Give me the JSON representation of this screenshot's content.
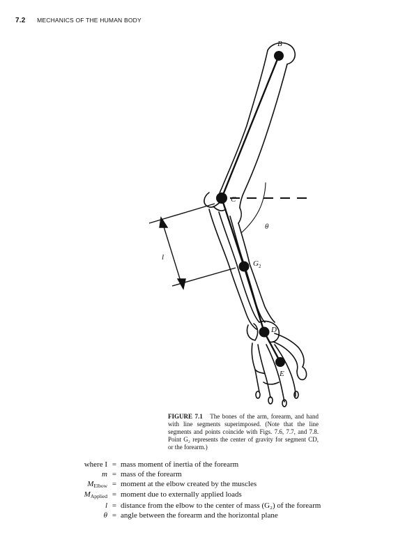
{
  "header": {
    "section_number": "7.2",
    "running_title": "MECHANICS OF THE HUMAN BODY"
  },
  "figure": {
    "labels": {
      "B": "B",
      "C": "C",
      "theta": "θ",
      "G2": "G",
      "G2_sub": "2",
      "D": "D",
      "E": "E",
      "l": "l"
    },
    "caption_label": "FIGURE 7.1",
    "caption_text": "The bones of the arm, forearm, and hand with line segments superimposed. (Note that the line segments and points coincide with Figs. 7.6, 7.7, and 7.8. Point G₂ represents the center of gravity for segment CD, or the forearm.)"
  },
  "definitions": [
    {
      "symbol": "where I",
      "text": "mass moment of inertia of the forearm"
    },
    {
      "symbol": "m",
      "text": "mass of the forearm"
    },
    {
      "symbol": "M",
      "subscript": "Elbow",
      "text": "moment at the elbow created by the muscles"
    },
    {
      "symbol": "M",
      "subscript": "Applied",
      "text": "moment due to externally applied loads"
    },
    {
      "symbol": "l",
      "text": "distance from the elbow to the center of mass (G₂) of the forearm"
    },
    {
      "symbol": "θ",
      "text": "angle between the forearm and the horizontal plane"
    }
  ]
}
